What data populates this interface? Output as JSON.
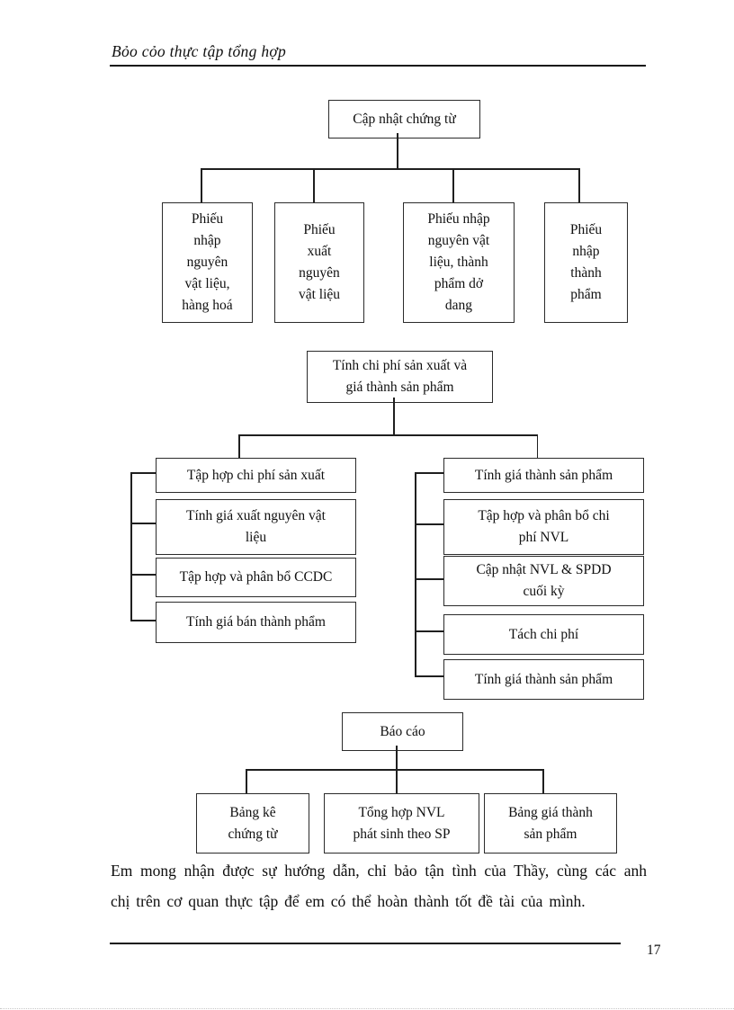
{
  "header": {
    "title": "Bỏo cỏo thực tập tổng hợp"
  },
  "diagram": {
    "root": "Cập nhật chứng từ",
    "documents": [
      "Phiếu\nnhập\nnguyên\nvật liệu,\nhàng hoá",
      "Phiếu\nxuất\nnguyên\nvật liệu",
      "Phiếu nhập\nnguyên vật\nliệu, thành\nphẩm dở\ndang",
      "Phiếu\nnhập\nthành\nphẩm"
    ],
    "cost_root": "Tính chi phí sản xuất và\ngiá thành sản phẩm",
    "left_column": [
      "Tập hợp chi phí sản xuất",
      "Tính giá xuất nguyên vật\nliệu",
      "Tập hợp và phân bổ CCDC",
      "Tính giá bán thành phẩm"
    ],
    "right_column": [
      "Tính giá thành sản phẩm",
      "Tập hợp và phân bổ chi\nphí NVL",
      "Cập nhật NVL & SPDD\ncuối kỳ",
      "Tách chi phí",
      "Tính giá thành sản phẩm"
    ],
    "report_root": "Báo cáo",
    "reports": [
      "Bảng kê\nchứng từ",
      "Tổng hợp NVL\nphát sinh theo SP",
      "Bảng giá thành\nsản phẩm"
    ]
  },
  "body_text": {
    "closing_paragraph": "Em mong nhận được sự hướng dẫn, chỉ bảo tận tình của Thầy, cùng các anh chị trên cơ quan thực tập để em có thể hoàn thành tốt đề tài của mình."
  },
  "footer": {
    "page_number": "17"
  }
}
